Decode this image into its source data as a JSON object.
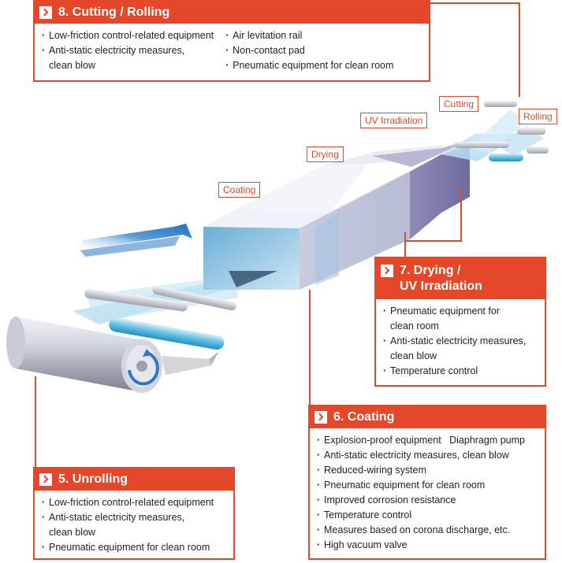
{
  "stages": {
    "cutting_rolling": {
      "title": "8. Cutting / Rolling",
      "col1": [
        "Low-friction control-related equipment",
        "Anti-static electricity measures,\nclean blow"
      ],
      "col2": [
        "Air levitation rail",
        "Non-contact pad",
        "Pneumatic equipment for clean room"
      ]
    },
    "drying_uv": {
      "title": "7. Drying /\nUV Irradiation",
      "items": [
        "Pneumatic equipment for\nclean room",
        "Anti-static electricity measures,\nclean blow",
        "Temperature control"
      ]
    },
    "coating": {
      "title": "6. Coating",
      "items": [
        "Explosion-proof equipment   Diaphragm pump",
        "Anti-static electricity measures, clean blow",
        "Reduced-wiring system",
        "Pneumatic equipment for clean room",
        "Improved corrosion resistance",
        "Temperature control",
        "Measures based on corona discharge, etc.",
        "High vacuum valve"
      ]
    },
    "unrolling": {
      "title": "5. Unrolling",
      "items": [
        "Low-friction control-related equipment",
        "Anti-static electricity measures,\nclean blow",
        "Pneumatic equipment for clean room"
      ]
    }
  },
  "tags": {
    "coating": "Coating",
    "drying": "Drying",
    "uv": "UV Irradiation",
    "cutting": "Cutting",
    "rolling": "Rolling"
  },
  "colors": {
    "accent": "#e5472b"
  }
}
